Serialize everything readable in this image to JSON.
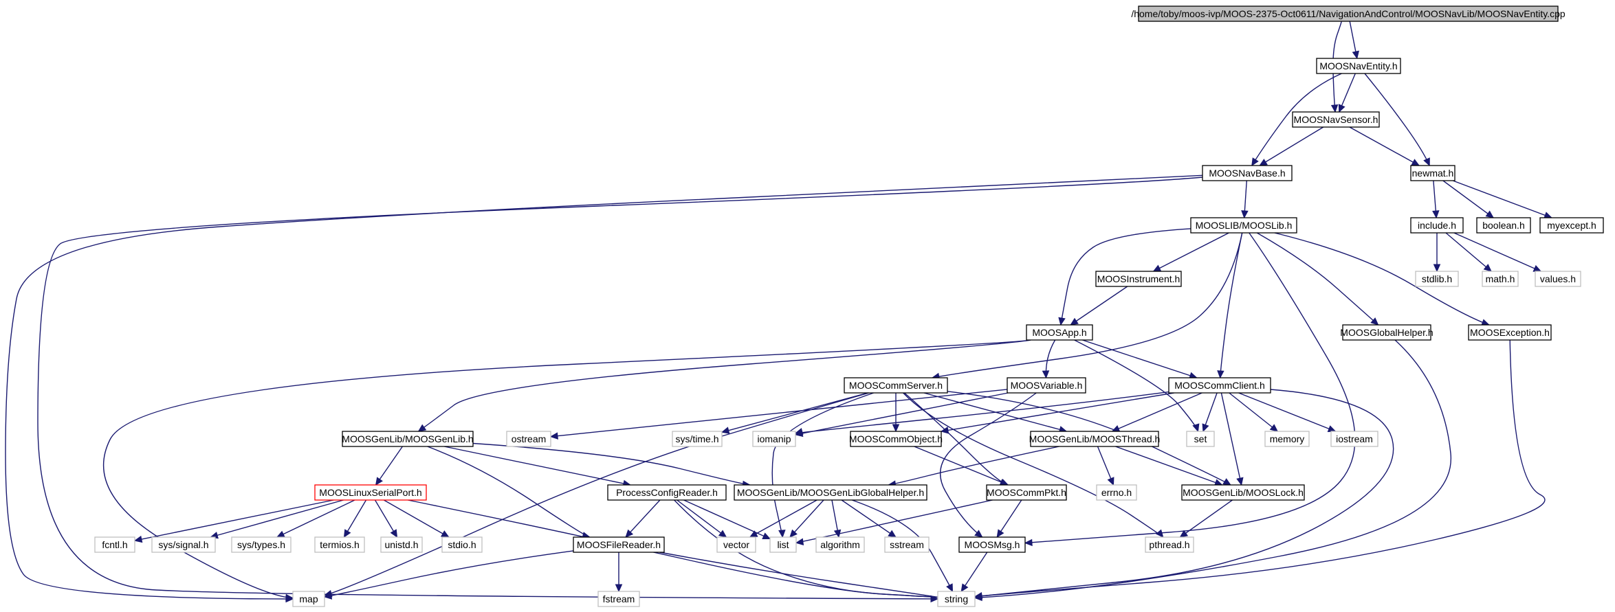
{
  "diagram": {
    "type": "include-dependency-graph",
    "colors": {
      "edge": "#191970",
      "node_border": "#000000",
      "external_border": "#bfbfbf",
      "root_fill": "#bfbfbf",
      "root_border": "#000000",
      "missing_border": "#ff0000",
      "background": "#ffffff"
    },
    "nodes": [
      {
        "id": "root",
        "label": "/home/toby/moos-ivp/MOOS-2375-Oct0611/NavigationAndControl/MOOSNavLib/MOOSNavEntity.cpp",
        "kind": "root"
      },
      {
        "id": "navEntity",
        "label": "MOOSNavEntity.h",
        "kind": "header"
      },
      {
        "id": "navSensor",
        "label": "MOOSNavSensor.h",
        "kind": "header"
      },
      {
        "id": "navBase",
        "label": "MOOSNavBase.h",
        "kind": "header"
      },
      {
        "id": "newmat",
        "label": "newmat.h",
        "kind": "header"
      },
      {
        "id": "include",
        "label": "include.h",
        "kind": "header"
      },
      {
        "id": "boolean",
        "label": "boolean.h",
        "kind": "header"
      },
      {
        "id": "myexcept",
        "label": "myexcept.h",
        "kind": "header"
      },
      {
        "id": "stdlib",
        "label": "stdlib.h",
        "kind": "external"
      },
      {
        "id": "math",
        "label": "math.h",
        "kind": "external"
      },
      {
        "id": "values",
        "label": "values.h",
        "kind": "external"
      },
      {
        "id": "moosLib",
        "label": "MOOSLIB/MOOSLib.h",
        "kind": "header"
      },
      {
        "id": "instrument",
        "label": "MOOSInstrument.h",
        "kind": "header"
      },
      {
        "id": "app",
        "label": "MOOSApp.h",
        "kind": "header"
      },
      {
        "id": "globalHelper",
        "label": "MOOSGlobalHelper.h",
        "kind": "header"
      },
      {
        "id": "exception",
        "label": "MOOSException.h",
        "kind": "header"
      },
      {
        "id": "variable",
        "label": "MOOSVariable.h",
        "kind": "header"
      },
      {
        "id": "commServer",
        "label": "MOOSCommServer.h",
        "kind": "header"
      },
      {
        "id": "commClient",
        "label": "MOOSCommClient.h",
        "kind": "header"
      },
      {
        "id": "genLib",
        "label": "MOOSGenLib/MOOSGenLib.h",
        "kind": "header"
      },
      {
        "id": "ostream",
        "label": "ostream",
        "kind": "external"
      },
      {
        "id": "systime",
        "label": "sys/time.h",
        "kind": "external"
      },
      {
        "id": "iomanip",
        "label": "iomanip",
        "kind": "external"
      },
      {
        "id": "commObject",
        "label": "MOOSCommObject.h",
        "kind": "header"
      },
      {
        "id": "thread",
        "label": "MOOSGenLib/MOOSThread.h",
        "kind": "header"
      },
      {
        "id": "set",
        "label": "set",
        "kind": "external"
      },
      {
        "id": "memory",
        "label": "memory",
        "kind": "external"
      },
      {
        "id": "iostream",
        "label": "iostream",
        "kind": "external"
      },
      {
        "id": "serialPort",
        "label": "MOOSLinuxSerialPort.h",
        "kind": "missing"
      },
      {
        "id": "processConfig",
        "label": "ProcessConfigReader.h",
        "kind": "header"
      },
      {
        "id": "genLibGlobal",
        "label": "MOOSGenLib/MOOSGenLibGlobalHelper.h",
        "kind": "header"
      },
      {
        "id": "commPkt",
        "label": "MOOSCommPkt.h",
        "kind": "header"
      },
      {
        "id": "errno",
        "label": "errno.h",
        "kind": "external"
      },
      {
        "id": "lock",
        "label": "MOOSGenLib/MOOSLock.h",
        "kind": "header"
      },
      {
        "id": "fcntl",
        "label": "fcntl.h",
        "kind": "external"
      },
      {
        "id": "syssignal",
        "label": "sys/signal.h",
        "kind": "external"
      },
      {
        "id": "systypes",
        "label": "sys/types.h",
        "kind": "external"
      },
      {
        "id": "termios",
        "label": "termios.h",
        "kind": "external"
      },
      {
        "id": "unistd",
        "label": "unistd.h",
        "kind": "external"
      },
      {
        "id": "stdio",
        "label": "stdio.h",
        "kind": "external"
      },
      {
        "id": "vector",
        "label": "vector",
        "kind": "external"
      },
      {
        "id": "list",
        "label": "list",
        "kind": "external"
      },
      {
        "id": "algorithm",
        "label": "algorithm",
        "kind": "external"
      },
      {
        "id": "sstream",
        "label": "sstream",
        "kind": "external"
      },
      {
        "id": "fileReader",
        "label": "MOOSFileReader.h",
        "kind": "header"
      },
      {
        "id": "msg",
        "label": "MOOSMsg.h",
        "kind": "header"
      },
      {
        "id": "pthread",
        "label": "pthread.h",
        "kind": "external"
      },
      {
        "id": "fstream",
        "label": "fstream",
        "kind": "external"
      },
      {
        "id": "map",
        "label": "map",
        "kind": "external"
      },
      {
        "id": "string",
        "label": "string",
        "kind": "external"
      }
    ],
    "edges": [
      [
        "root",
        "navEntity"
      ],
      [
        "root",
        "navSensor"
      ],
      [
        "navEntity",
        "navSensor"
      ],
      [
        "navEntity",
        "navBase"
      ],
      [
        "navEntity",
        "newmat"
      ],
      [
        "navSensor",
        "navBase"
      ],
      [
        "navSensor",
        "newmat"
      ],
      [
        "navBase",
        "moosLib"
      ],
      [
        "navBase",
        "map"
      ],
      [
        "navBase",
        "string"
      ],
      [
        "newmat",
        "include"
      ],
      [
        "newmat",
        "boolean"
      ],
      [
        "newmat",
        "myexcept"
      ],
      [
        "include",
        "stdlib"
      ],
      [
        "include",
        "math"
      ],
      [
        "include",
        "values"
      ],
      [
        "moosLib",
        "app"
      ],
      [
        "moosLib",
        "instrument"
      ],
      [
        "moosLib",
        "commServer"
      ],
      [
        "moosLib",
        "commClient"
      ],
      [
        "moosLib",
        "msg"
      ],
      [
        "moosLib",
        "globalHelper"
      ],
      [
        "moosLib",
        "exception"
      ],
      [
        "instrument",
        "app"
      ],
      [
        "app",
        "variable"
      ],
      [
        "app",
        "commClient"
      ],
      [
        "app",
        "genLib"
      ],
      [
        "app",
        "set"
      ],
      [
        "app",
        "map"
      ],
      [
        "globalHelper",
        "string"
      ],
      [
        "exception",
        "string"
      ],
      [
        "variable",
        "ostream"
      ],
      [
        "variable",
        "iomanip"
      ],
      [
        "variable",
        "msg"
      ],
      [
        "commServer",
        "systime"
      ],
      [
        "commServer",
        "commObject"
      ],
      [
        "commServer",
        "thread"
      ],
      [
        "commServer",
        "lock"
      ],
      [
        "commServer",
        "commPkt"
      ],
      [
        "commServer",
        "list"
      ],
      [
        "commServer",
        "map"
      ],
      [
        "commServer",
        "pthread"
      ],
      [
        "commClient",
        "iomanip"
      ],
      [
        "commClient",
        "commObject"
      ],
      [
        "commClient",
        "thread"
      ],
      [
        "commClient",
        "set"
      ],
      [
        "commClient",
        "memory"
      ],
      [
        "commClient",
        "iostream"
      ],
      [
        "commClient",
        "lock"
      ],
      [
        "commClient",
        "string"
      ],
      [
        "genLib",
        "serialPort"
      ],
      [
        "genLib",
        "processConfig"
      ],
      [
        "genLib",
        "genLibGlobal"
      ],
      [
        "genLib",
        "fileReader"
      ],
      [
        "commObject",
        "commPkt"
      ],
      [
        "thread",
        "genLibGlobal"
      ],
      [
        "thread",
        "errno"
      ],
      [
        "thread",
        "lock"
      ],
      [
        "serialPort",
        "fcntl"
      ],
      [
        "serialPort",
        "syssignal"
      ],
      [
        "serialPort",
        "systypes"
      ],
      [
        "serialPort",
        "termios"
      ],
      [
        "serialPort",
        "unistd"
      ],
      [
        "serialPort",
        "stdio"
      ],
      [
        "serialPort",
        "string"
      ],
      [
        "processConfig",
        "fileReader"
      ],
      [
        "processConfig",
        "vector"
      ],
      [
        "processConfig",
        "list"
      ],
      [
        "processConfig",
        "string"
      ],
      [
        "genLibGlobal",
        "vector"
      ],
      [
        "genLibGlobal",
        "list"
      ],
      [
        "genLibGlobal",
        "algorithm"
      ],
      [
        "genLibGlobal",
        "sstream"
      ],
      [
        "genLibGlobal",
        "string"
      ],
      [
        "commPkt",
        "list"
      ],
      [
        "commPkt",
        "msg"
      ],
      [
        "lock",
        "pthread"
      ],
      [
        "fileReader",
        "fstream"
      ],
      [
        "fileReader",
        "map"
      ],
      [
        "fileReader",
        "string"
      ],
      [
        "msg",
        "string"
      ]
    ]
  }
}
